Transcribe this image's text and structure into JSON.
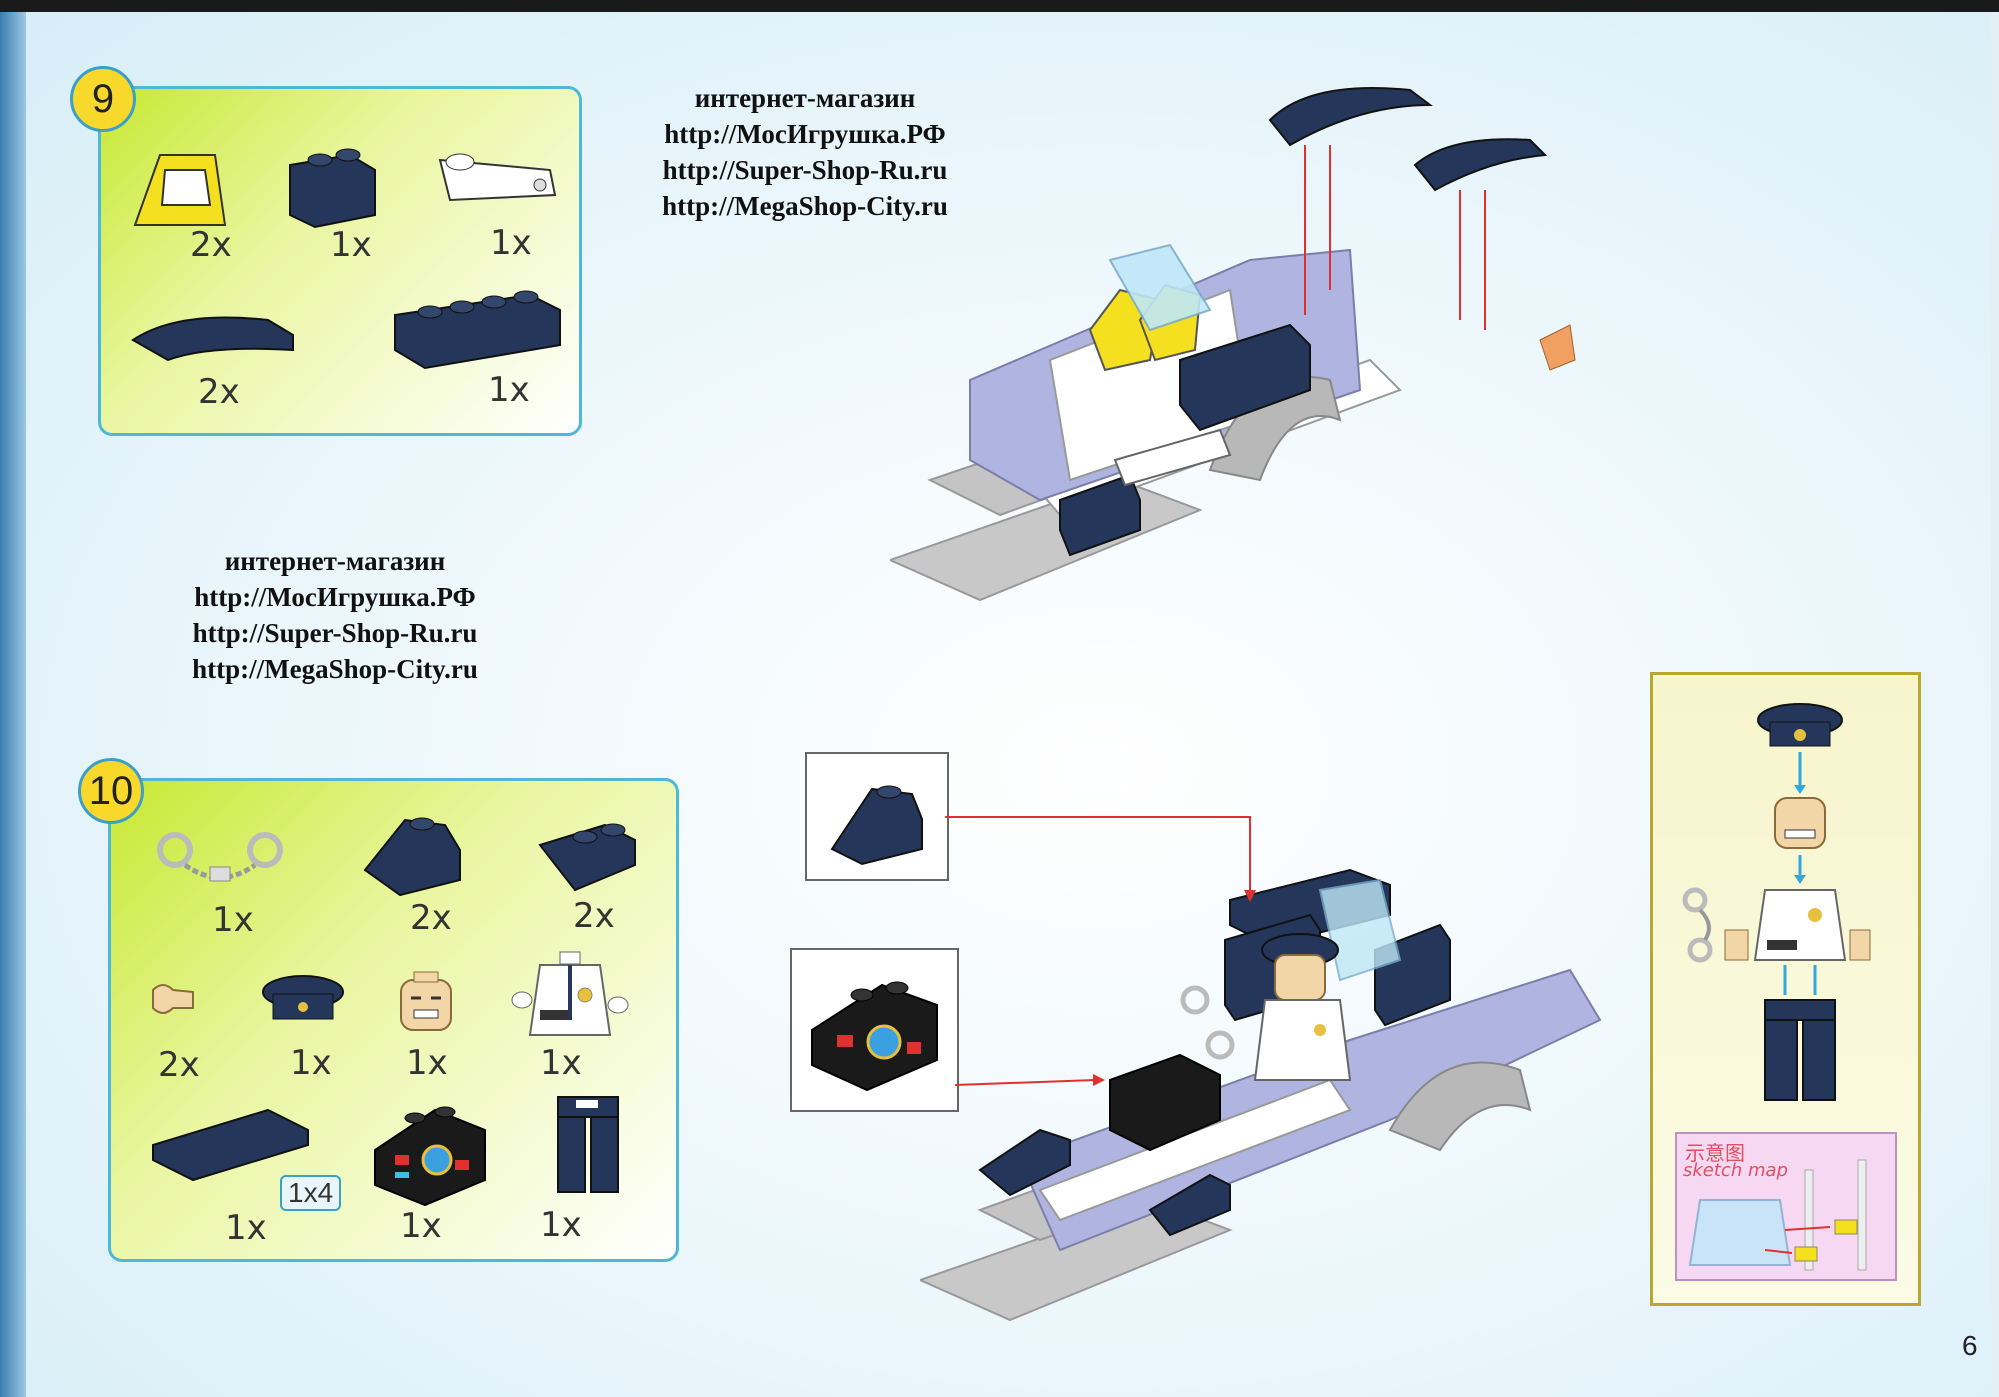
{
  "shop_top": {
    "heading": "интернет-магазин",
    "links": [
      "http://МосИгрушка.РФ",
      "http://Super-Shop-Ru.ru",
      "http://MegaShop-City.ru"
    ]
  },
  "shop_left": {
    "heading": "интернет-магазин",
    "links": [
      "http://МосИгрушка.РФ",
      "http://Super-Shop-Ru.ru",
      "http://MegaShop-City.ru"
    ]
  },
  "step9": {
    "number": "9",
    "parts": [
      {
        "name": "yellow-slope-window",
        "qty": "2x"
      },
      {
        "name": "navy-brick-1x2",
        "qty": "1x"
      },
      {
        "name": "white-hinge-plate",
        "qty": "1x"
      },
      {
        "name": "navy-curved-slope",
        "qty": "2x"
      },
      {
        "name": "navy-brick-1x4",
        "qty": "1x"
      }
    ]
  },
  "step10": {
    "number": "10",
    "parts": [
      {
        "name": "handcuffs",
        "qty": "1x"
      },
      {
        "name": "navy-slope",
        "qty": "2x"
      },
      {
        "name": "navy-inverted-slope",
        "qty": "2x"
      },
      {
        "name": "tan-hand-piece",
        "qty": "2x"
      },
      {
        "name": "police-cap",
        "qty": "1x"
      },
      {
        "name": "minifig-head",
        "qty": "1x"
      },
      {
        "name": "police-torso",
        "qty": "1x"
      },
      {
        "name": "navy-tile-1x4",
        "qty": "1x"
      },
      {
        "name": "printed-console-slope",
        "qty": "1x"
      },
      {
        "name": "navy-legs",
        "qty": "1x"
      }
    ],
    "tile_size": "1x4"
  },
  "sketch": {
    "title_zh": "示意图",
    "title_en": "sketch map"
  },
  "page_number": "6",
  "colors": {
    "step_border": "#4fb8d8",
    "step_bg": "#c8e832",
    "step_badge": "#f8d82a",
    "navy": "#24375a",
    "lavender": "#b0b4e0",
    "arrow": "#e03030",
    "arrow_blue": "#30a8e0"
  }
}
